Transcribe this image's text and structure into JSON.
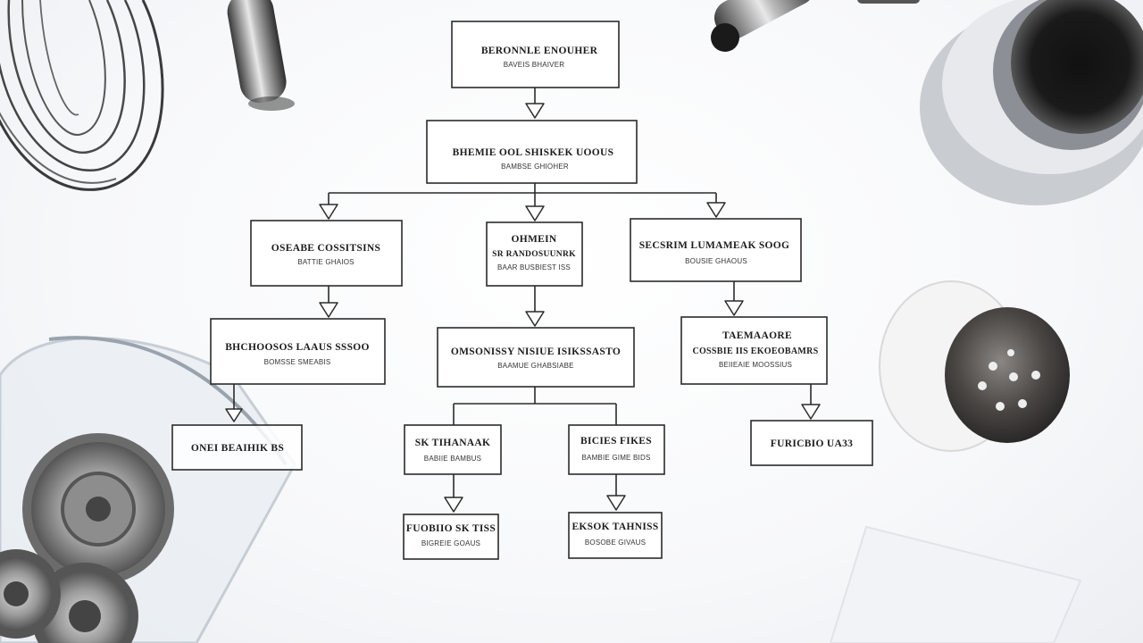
{
  "nodes": [
    {
      "id": "n1",
      "line1": "BERONNLE ENOUHER",
      "line2": "BAVEIS BHAIVER"
    },
    {
      "id": "n2",
      "line1": "BHEMIE OOL SHISKEK UOOUS",
      "line2": "BAMBSE GHIOHER"
    },
    {
      "id": "n3",
      "line1": "OSEABE COSSITSINS",
      "line2": "BATTIE GHAIOS"
    },
    {
      "id": "n4",
      "line1": "OHMEIN",
      "line2": "SR RANDOSUUNRK",
      "line3": "BAAR BUSBIEST ISS"
    },
    {
      "id": "n5",
      "line1": "SECSRIM LUMAMEAK SOOG",
      "line2": "BOUSIE GHAOUS"
    },
    {
      "id": "n6",
      "line1": "BHCHOOSOS LAAUS SSSOO",
      "line2": "BOMSSE SMEABIS"
    },
    {
      "id": "n7",
      "line1": "OMSONISSY NISIUE ISIKSSASTO",
      "line2": "BAAMUE GHABSIABE"
    },
    {
      "id": "n8",
      "line1": "TAEMAAORE",
      "line2": "COSSBIE IIS EKOEOBAMRS",
      "line3": "BEIIEAIE MOOSSIUS"
    },
    {
      "id": "n9",
      "line1": "ONEI BEAIHIK BS",
      "line2": ""
    },
    {
      "id": "n10",
      "line1": "SK TIHANAAK",
      "line2": "BABIIE BAMBUS"
    },
    {
      "id": "n11",
      "line1": "BICIES FIKES",
      "line2": "BAMBIE GIME BIDS"
    },
    {
      "id": "n12",
      "line1": "FURICBIO UA33",
      "line2": ""
    },
    {
      "id": "n13",
      "line1": "FUOBIIO SK TISS",
      "line2": "BIGREIE GOAUS"
    },
    {
      "id": "n14",
      "line1": "EKSOK TAHNISS",
      "line2": "BOSOBE GIVAUS"
    }
  ]
}
